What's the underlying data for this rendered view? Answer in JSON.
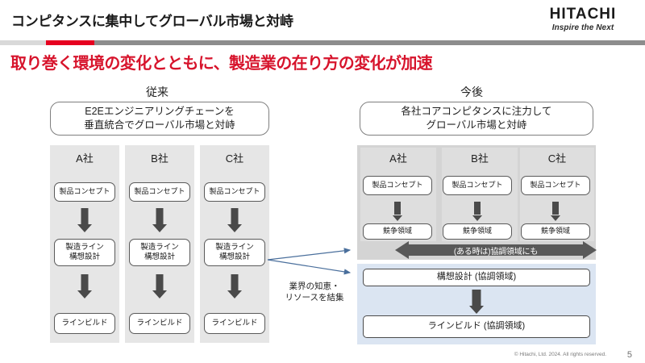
{
  "header": {
    "title": "コンピタンスに集中してグローバル市場と対峙",
    "logo_main": "HITACHI",
    "logo_tagline": "Inspire the Next",
    "accent_red": "#e60020",
    "accent_gray": "#8d8d8d"
  },
  "subtitle": {
    "text": "取り巻く環境の変化とともに、製造業の在り方の変化が加速",
    "color": "#d7142c"
  },
  "left": {
    "column_heading": "従来",
    "statement_line1": "E2Eエンジニアリングチェーンを",
    "statement_line2": "垂直統合でグローバル市場と対峙",
    "companies": [
      {
        "name": "A社",
        "nodes": [
          "製品コンセプト",
          "製造ライン\n構想設計",
          "ラインビルド"
        ]
      },
      {
        "name": "B社",
        "nodes": [
          "製品コンセプト",
          "製造ライン\n構想設計",
          "ラインビルド"
        ]
      },
      {
        "name": "C社",
        "nodes": [
          "製品コンセプト",
          "製造ライン\n構想設計",
          "ラインビルド"
        ]
      }
    ],
    "node_labels": {
      "concept": "製品コンセプト",
      "line_design_l1": "製造ライン",
      "line_design_l2": "構想設計",
      "line_build": "ラインビルド"
    }
  },
  "connector": {
    "label_line1": "業界の知恵・",
    "label_line2": "リソースを結集"
  },
  "right": {
    "column_heading": "今後",
    "statement_line1": "各社コアコンピタンスに注力して",
    "statement_line2": "グローバル市場と対峙",
    "companies": [
      {
        "name": "A社",
        "nodes": [
          "製品コンセプト",
          "競争領域"
        ]
      },
      {
        "name": "B社",
        "nodes": [
          "製品コンセプト",
          "競争領域"
        ]
      },
      {
        "name": "C社",
        "nodes": [
          "製品コンセプト",
          "競争領域"
        ]
      }
    ],
    "node_labels": {
      "concept": "製品コンセプト",
      "competitive": "競争領域"
    },
    "bidir_arrow_label": "(ある時は)協調領域にも",
    "shared_blocks": [
      "構想設計 (協調領域)",
      "ラインビルド (協調領域)"
    ],
    "blue_panel_color": "#dbe5f2",
    "gray_panel_color": "#d4d4d4"
  },
  "footer": {
    "copyright": "© Hitachi, Ltd. 2024. All rights reserved.",
    "page_number": "5"
  }
}
